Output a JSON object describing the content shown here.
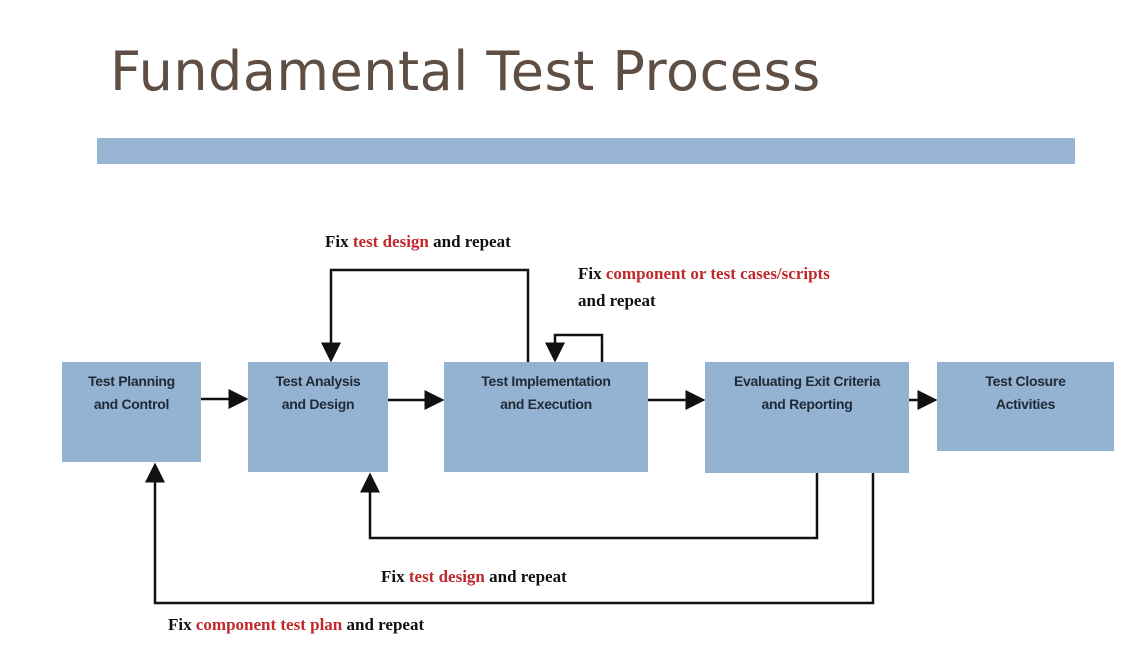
{
  "title": "Fundamental Test Process",
  "steps": [
    {
      "line1": "Test Planning",
      "line2": "and Control"
    },
    {
      "line1": "Test Analysis",
      "line2": "and Design"
    },
    {
      "line1": "Test Implementation",
      "line2": "and Execution"
    },
    {
      "line1": "Evaluating Exit Criteria",
      "line2": "and Reporting"
    },
    {
      "line1": "Test Closure",
      "line2": "Activities"
    }
  ],
  "labels": {
    "top_loop": {
      "pre": "Fix ",
      "red": "test design",
      "post": " and repeat"
    },
    "self_loop": {
      "pre": "Fix ",
      "red": "component or test cases/scripts",
      "line2": "and repeat"
    },
    "bottom_loop1": {
      "pre": "Fix ",
      "red": "test design",
      "post": " and repeat"
    },
    "bottom_loop2": {
      "pre": "Fix ",
      "red": "component test plan",
      "post": " and repeat"
    }
  },
  "colors": {
    "box": "#94b3d2",
    "bar": "#98b6d3",
    "accent_text": "#c0282c"
  }
}
